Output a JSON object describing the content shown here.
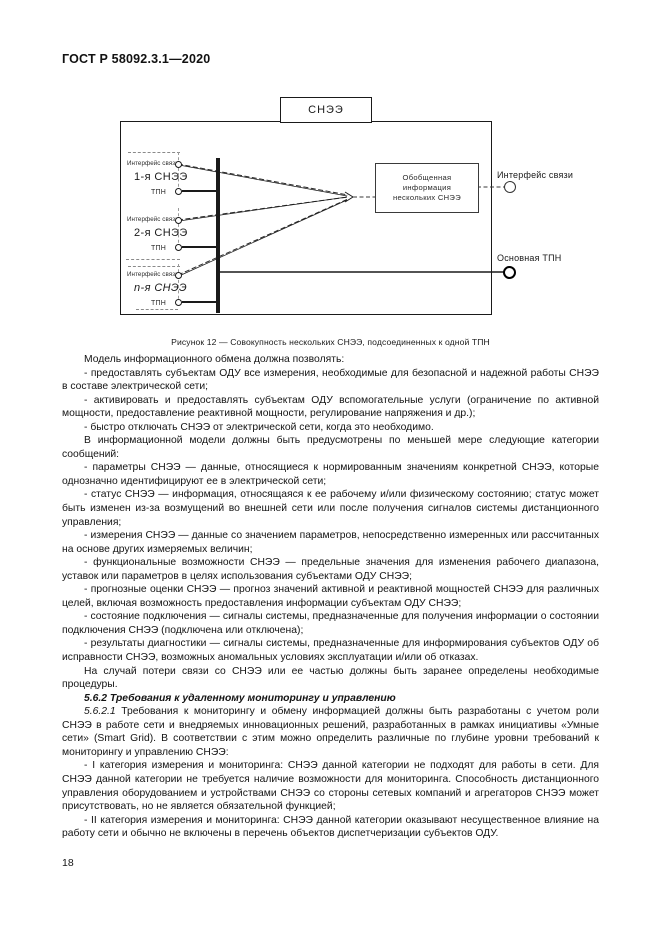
{
  "document": {
    "standard_header": "ГОСТ Р 58092.3.1—2020",
    "page_number": "18"
  },
  "figure": {
    "top_box_label": "СНЭЭ",
    "caption": "Рисунок 12 — Совокупность нескольких СНЭЭ, подсоединенных к одной ТПН",
    "groups": [
      {
        "interface_label": "Интерфейс связи",
        "name_label": "1-я СНЭЭ",
        "tpn_label": "ТПН"
      },
      {
        "interface_label": "Интерфейс связи",
        "name_label": "2-я СНЭЭ",
        "tpn_label": "ТПН"
      },
      {
        "interface_label": "Интерфейс связи",
        "name_label": "n-я СНЭЭ",
        "tpn_label": "ТПН"
      }
    ],
    "aggregate_box": {
      "line1": "Обобщенная",
      "line2": "информация",
      "line3": "нескольких СНЭЭ"
    },
    "right_labels": {
      "interface": "Интерфейс связи",
      "main_tpn": "Основная ТПН"
    }
  },
  "body": {
    "intro": "Модель информационного обмена должна позволять:",
    "bullets_1": [
      "- предоставлять субъектам ОДУ все измерения, необходимые для безопасной и надежной работы СНЭЭ в составе электрической сети;",
      "- активировать и предоставлять субъектам ОДУ вспомогательные услуги (ограничение по активной мощности, предоставление реактивной мощности, регулирование напряжения и др.);",
      "- быстро отключать СНЭЭ от электрической сети, когда это необходимо."
    ],
    "categories_intro": "В информационной модели должны быть предусмотрены по меньшей мере следующие категории сообщений:",
    "bullets_2": [
      "- параметры СНЭЭ — данные, относящиеся к нормированным значениям конкретной СНЭЭ, которые однозначно идентифицируют ее в электрической сети;",
      "- статус СНЭЭ — информация, относящаяся к ее рабочему и/или физическому состоянию; статус может быть изменен из-за возмущений во внешней сети или после получения сигналов системы дистанционного управления;",
      "- измерения СНЭЭ — данные со значением параметров, непосредственно измеренных или рассчитанных на основе других измеряемых величин;",
      "- функциональные возможности СНЭЭ — предельные значения для изменения рабочего диапазона, уставок или параметров в целях использования субъектами ОДУ СНЭЭ;",
      "- прогнозные оценки СНЭЭ — прогноз значений активной и реактивной мощностей СНЭЭ для различных целей, включая возможность предоставления информации субъектам ОДУ СНЭЭ;",
      "- состояние подключения — сигналы системы, предназначенные для получения информации о состоянии подключения СНЭЭ (подключена или отключена);",
      "- результаты диагностики — сигналы системы, предназначенные для информирования субъектов ОДУ об исправности СНЭЭ, возможных аномальных условиях эксплуатации и/или об отказах."
    ],
    "loss_note": "На случай потери связи со СНЭЭ или ее частью должны быть заранее определены необходимые процедуры.",
    "section_heading_number": "5.6.2",
    "section_heading_text": "Требования к удаленному мониторингу и управлению",
    "clause_number": "5.6.2.1",
    "clause_text": "Требования к мониторингу и обмену информацией должны быть разработаны с учетом роли СНЭЭ в работе сети и внедряемых инновационных решений, разработанных в рамках инициативы «Умные сети» (Smart Grid). В соответствии с этим можно определить различные по глубине уровни требований к мониторингу и управлению СНЭЭ:",
    "bullets_3": [
      "- I категория измерения и мониторинга: СНЭЭ данной категории не подходят для работы в сети. Для СНЭЭ данной категории не требуется наличие возможности для мониторинга. Способность дистанционного управления оборудованием и устройствами СНЭЭ со стороны сетевых компаний и агрегаторов СНЭЭ может присутствовать, но не является обязательной функцией;",
      "- II категория измерения и мониторинга: СНЭЭ данной категории оказывают несущественное влияние на работу сети и обычно не включены в перечень объектов диспетчеризации субъектов ОДУ."
    ]
  }
}
